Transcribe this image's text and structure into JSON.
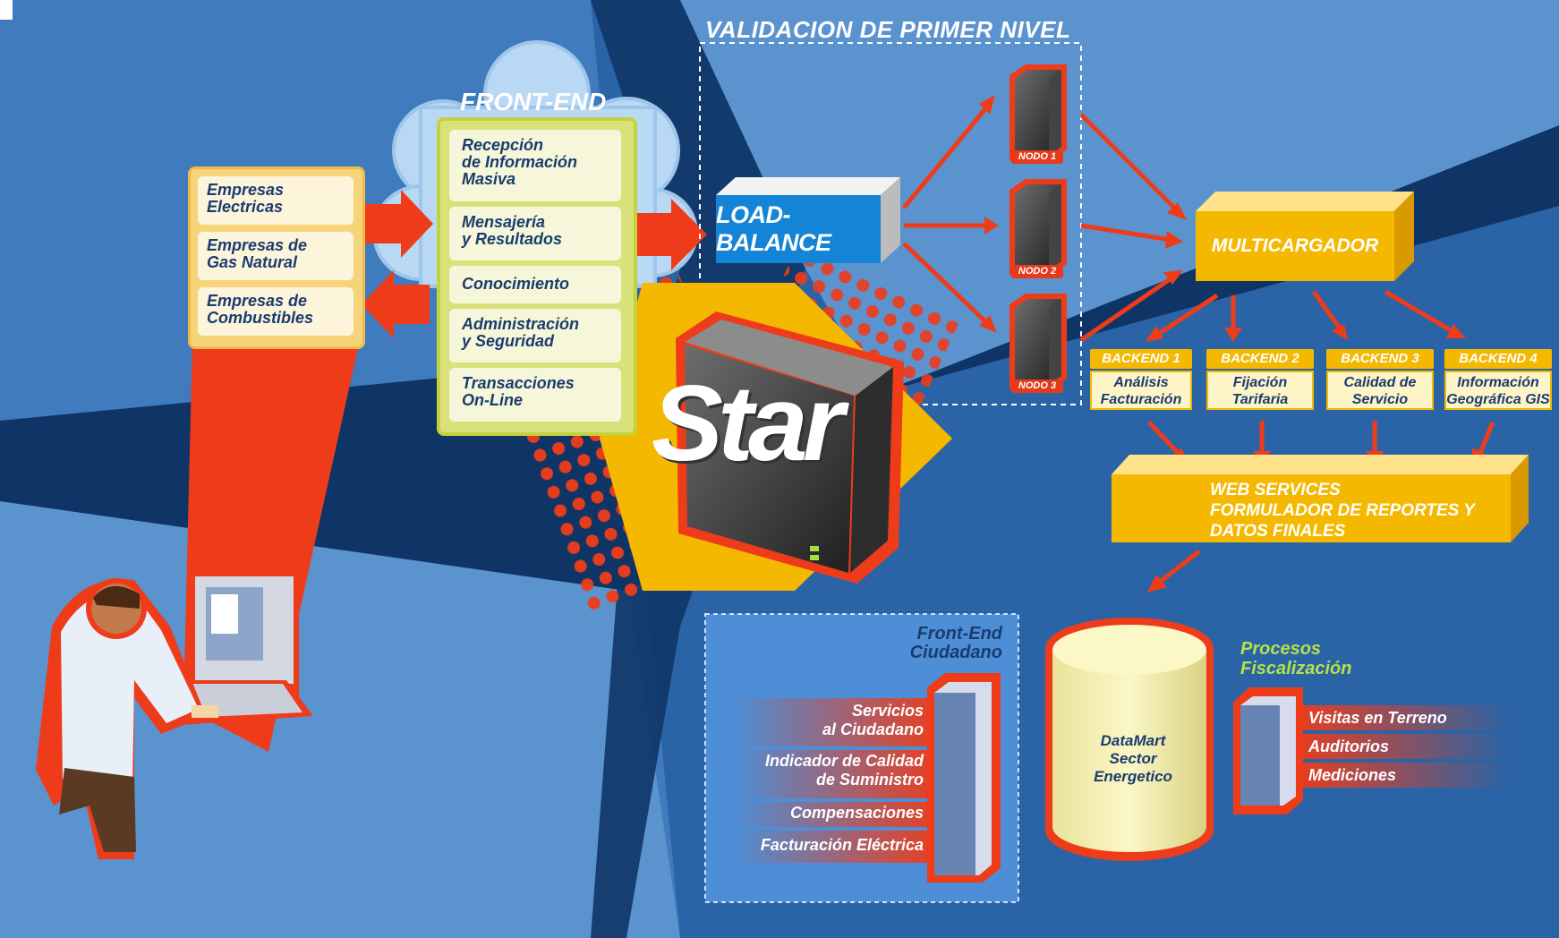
{
  "diagram": {
    "validation_caption": "VALIDACION DE PRIMER NIVEL",
    "front_end": {
      "title": "FRONT-END",
      "items": [
        [
          "Recepción",
          "de Información",
          "Masiva"
        ],
        [
          "Mensajería",
          "y Resultados"
        ],
        [
          "Conocimiento"
        ],
        [
          "Administración",
          "y Seguridad"
        ],
        [
          "Transacciones",
          "On-Line"
        ]
      ]
    },
    "companies": [
      [
        "Empresas",
        "Electricas"
      ],
      [
        "Empresas de",
        "Gas Natural"
      ],
      [
        "Empresas de",
        "Combustibles"
      ]
    ],
    "load_balance": "LOAD-BALANCE",
    "nodes": [
      "NODO 1",
      "NODO 2",
      "NODO 3"
    ],
    "multicargador": "MULTICARGADOR",
    "backends": [
      {
        "head": "BACKEND 1",
        "lines": [
          "Análisis",
          "Facturación"
        ]
      },
      {
        "head": "BACKEND 2",
        "lines": [
          "Fijación",
          "Tarifaria"
        ]
      },
      {
        "head": "BACKEND 3",
        "lines": [
          "Calidad de",
          "Servicio"
        ]
      },
      {
        "head": "BACKEND 4",
        "lines": [
          "Información",
          "Geográfica GIS"
        ]
      }
    ],
    "web_services": [
      "WEB SERVICES",
      "FORMULADOR DE REPORTES Y",
      "DATOS FINALES"
    ],
    "star": "Star",
    "front_end_ciudadano": {
      "title": [
        "Front-End",
        "Ciudadano"
      ],
      "services": [
        [
          "Servicios",
          "al Ciudadano"
        ],
        [
          "Indicador de Calidad",
          "de Suministro"
        ],
        [
          "Compensaciones"
        ],
        [
          "Facturación Eléctrica"
        ]
      ]
    },
    "datamart": [
      "DataMart",
      "Sector",
      "Energetico"
    ],
    "procesos": {
      "title": [
        "Procesos",
        "Fiscalización"
      ],
      "items": [
        "Visitas en Terreno",
        "Auditorios",
        "Mediciones"
      ]
    },
    "colors": {
      "bg_dark": "#0f3566",
      "bg_mid": "#2a64a6",
      "bg_light": "#5b93cf",
      "arrow_red": "#ee3c1a",
      "gold": "#f5b800",
      "lime": "#c5d23d",
      "blue_box": "#1384d6"
    }
  }
}
